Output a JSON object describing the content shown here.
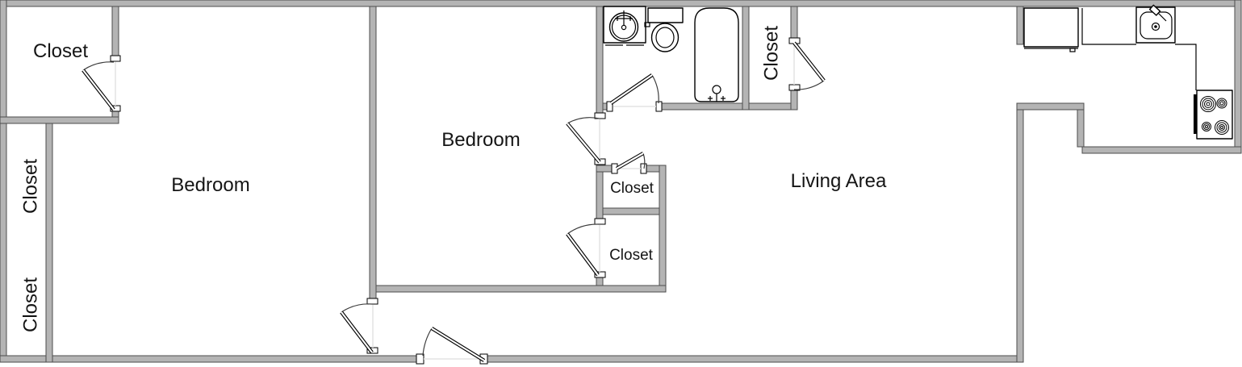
{
  "plan": {
    "type": "apartment-floor-plan",
    "rooms": {
      "bedroom_left": {
        "label": "Bedroom"
      },
      "bedroom_middle": {
        "label": "Bedroom"
      },
      "living_area": {
        "label": "Living Area"
      },
      "closet_top_left": {
        "label": "Closet"
      },
      "closet_left_upper": {
        "label": "Closet"
      },
      "closet_left_lower": {
        "label": "Closet"
      },
      "closet_bathroom": {
        "label": "Closet"
      },
      "closet_hall_upper": {
        "label": "Closet"
      },
      "closet_hall_lower": {
        "label": "Closet"
      }
    },
    "fixtures": [
      "bathroom-sink-icon",
      "toilet-icon",
      "bathtub-icon",
      "refrigerator-icon",
      "kitchen-counter-icon",
      "kitchen-sink-icon",
      "stove-icon"
    ],
    "doors": [
      "closet-top-left-door",
      "bedroom-left-door",
      "entry-door",
      "bedroom-middle-door",
      "bathroom-door",
      "hall-closet-upper-door",
      "hall-closet-lower-door",
      "bathroom-closet-door"
    ]
  },
  "colors": {
    "wall_fill": "#b4b4b4",
    "wall_edge": "#4d4d4d",
    "line": "#000000",
    "arc": "#3c3c3c",
    "threshold": "#e3e3e3",
    "label": "#151515",
    "background": "#ffffff"
  }
}
